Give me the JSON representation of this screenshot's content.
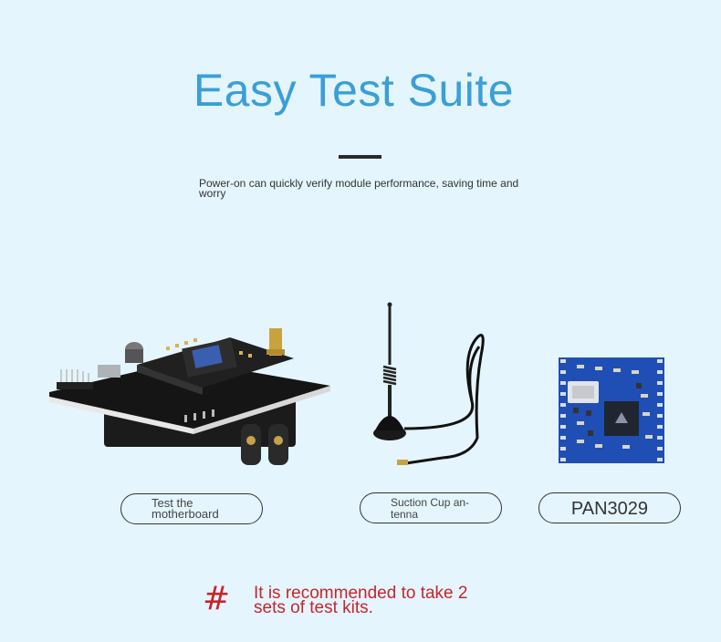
{
  "header": {
    "title": "Easy Test Suite",
    "subtitle": "Power-on can quickly verify module performance, saving time and worry"
  },
  "products": [
    {
      "label": "Test the motherboard",
      "image": "test-motherboard-board"
    },
    {
      "label": "Suction Cup an-tenna",
      "image": "suction-cup-antenna"
    },
    {
      "label": "PAN3029",
      "image": "pan3029-module"
    }
  ],
  "note": {
    "symbol": "#",
    "text": "It is recommended to take 2 sets of test kits."
  },
  "colors": {
    "background": "#e4f5fd",
    "title": "#3a9fd6",
    "note": "#c8262b",
    "module_blue": "#1f4fb4"
  }
}
